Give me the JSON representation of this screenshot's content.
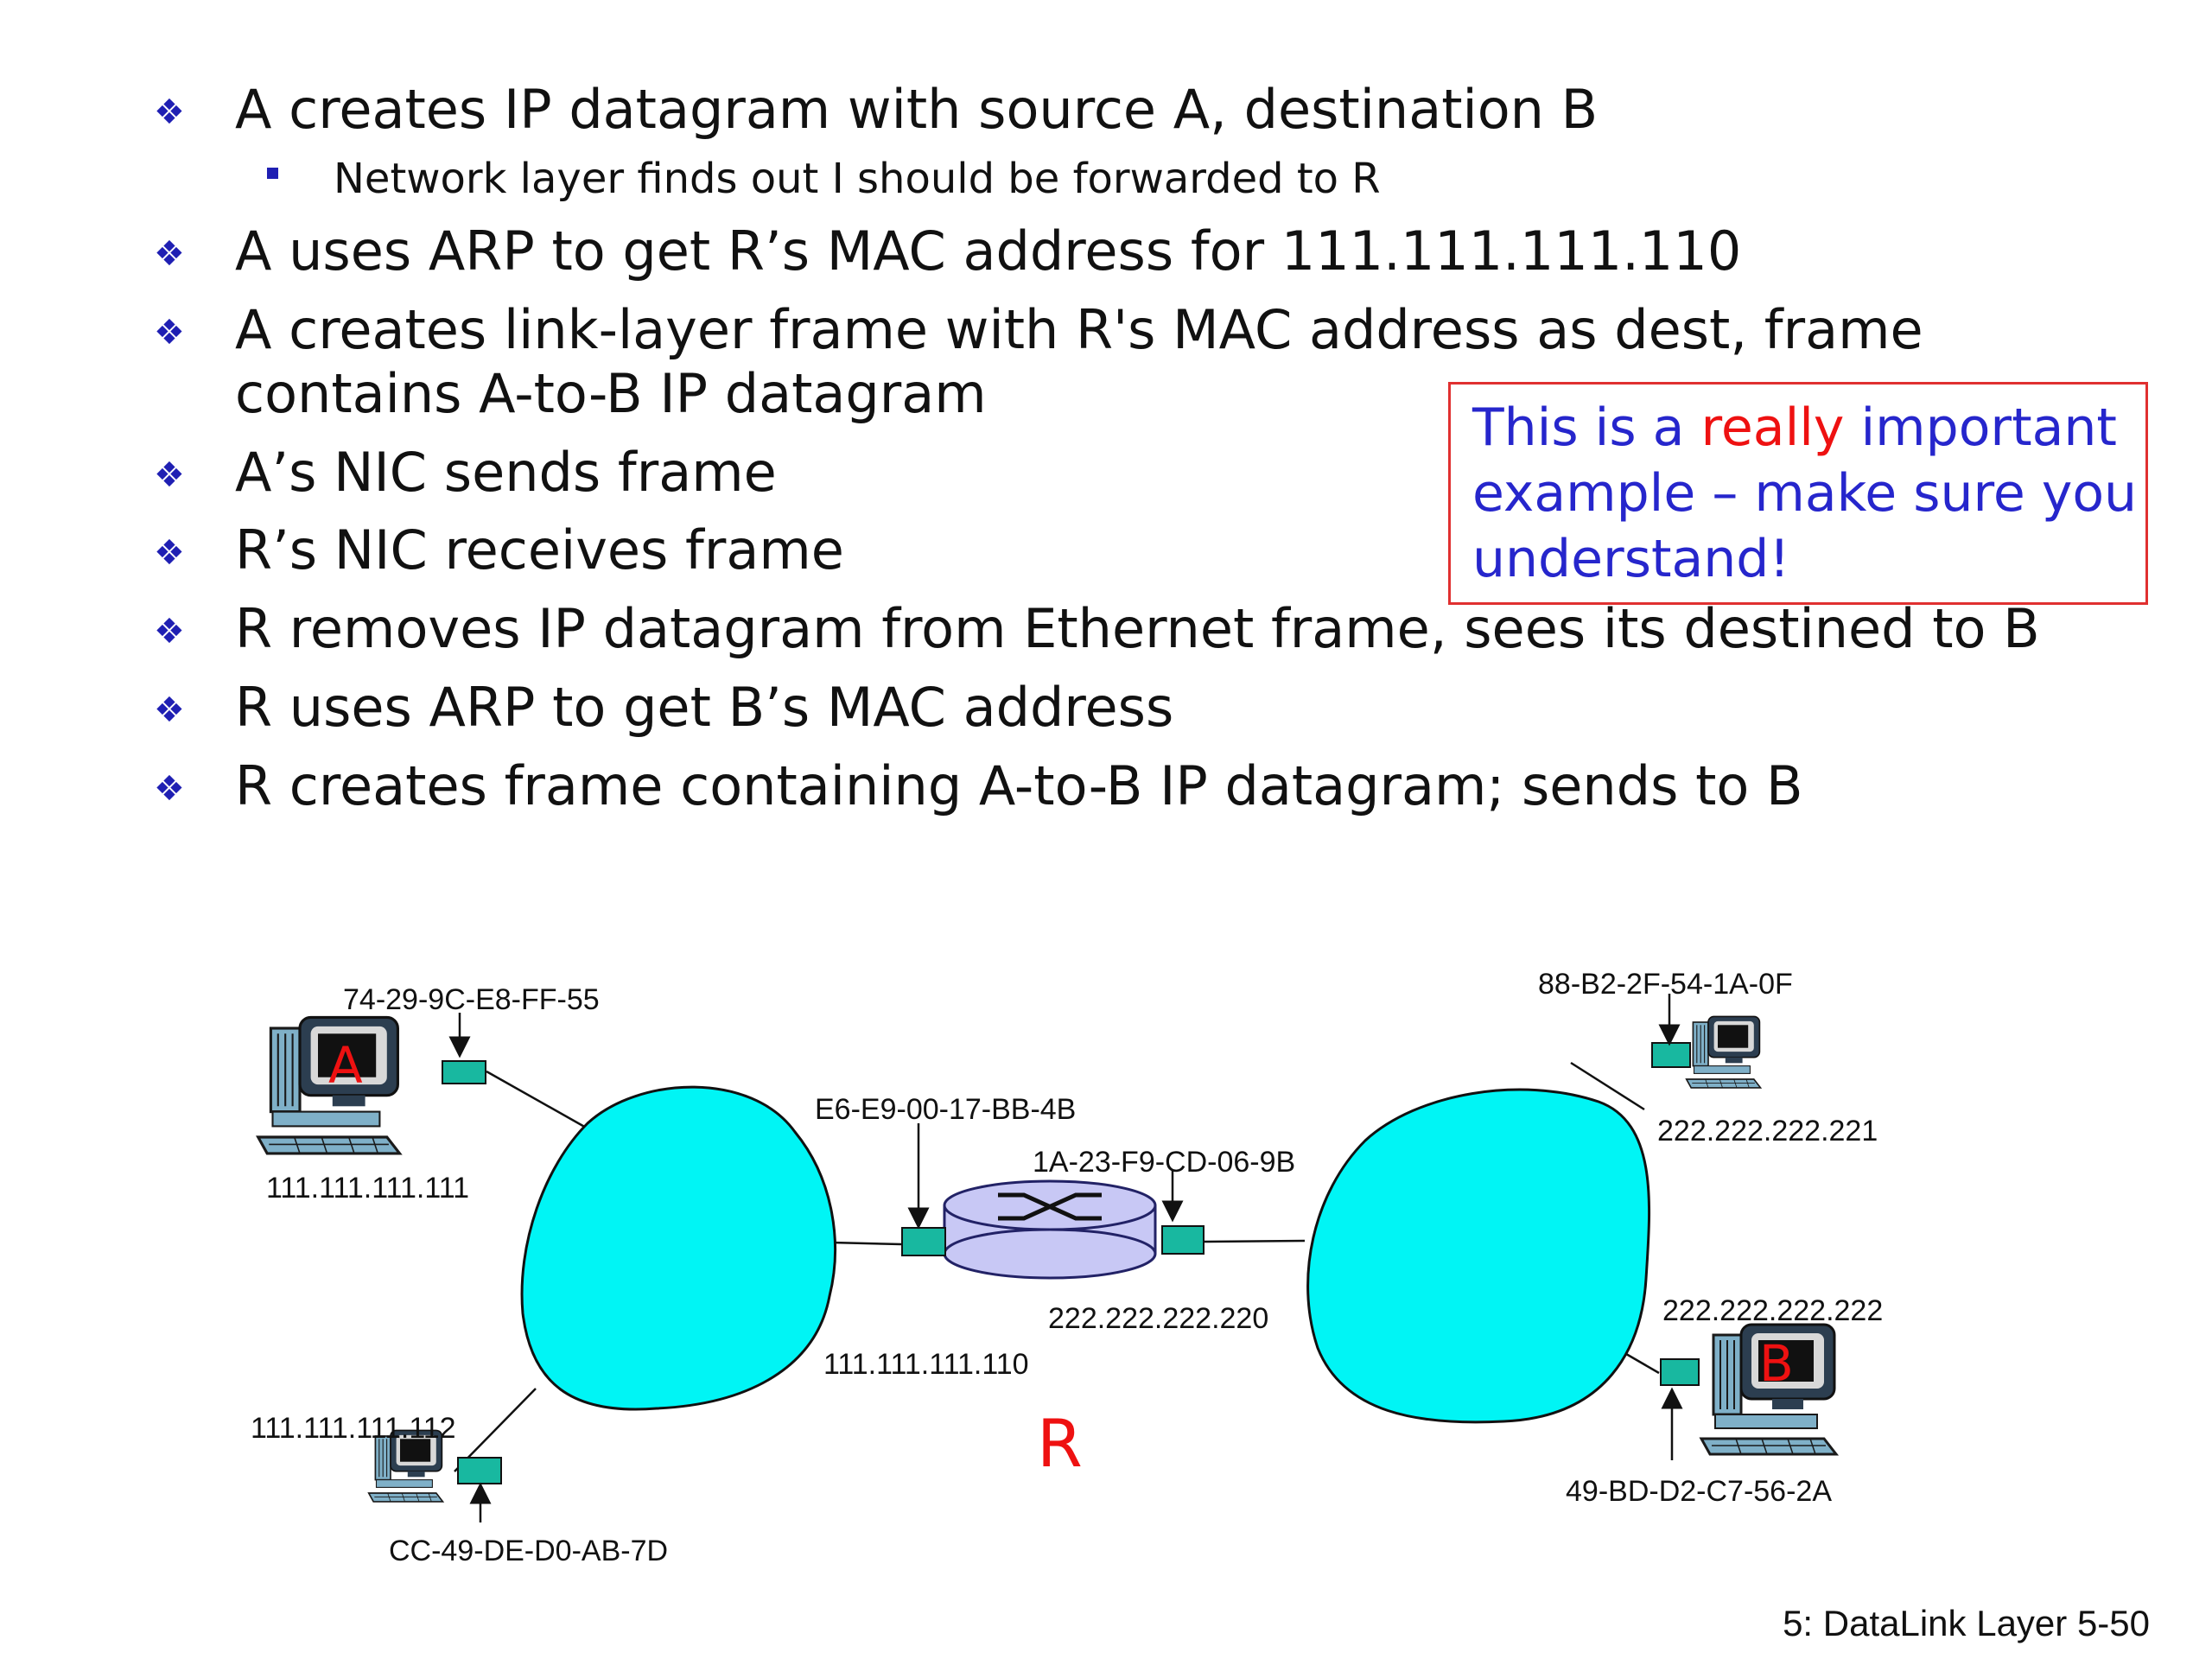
{
  "bullets": [
    {
      "level": 1,
      "text": "A creates IP datagram with source A, destination B"
    },
    {
      "level": 2,
      "text": "Network layer finds out I should be forwarded to R"
    },
    {
      "level": 1,
      "text": "A uses ARP to get R’s MAC address for 111.111.111.110"
    },
    {
      "level": 1,
      "text": "A creates link-layer frame with R's MAC address as dest, frame"
    },
    {
      "level": 0,
      "text": "contains A-to-B IP datagram"
    },
    {
      "level": 1,
      "text": "A’s NIC sends frame"
    },
    {
      "level": 1,
      "text": "R’s NIC receives frame"
    },
    {
      "level": 1,
      "text": "R removes IP datagram from Ethernet frame, sees its destined to B"
    },
    {
      "level": 1,
      "text": "R uses ARP to get B’s MAC address"
    },
    {
      "level": 1,
      "text": "R creates frame containing A-to-B IP datagram; sends to B"
    }
  ],
  "callout": {
    "part1": "This is a ",
    "part2": "really",
    "part3": " important",
    "line2": "example – make sure you",
    "line3": "understand!",
    "border_color": "#e03030",
    "text_color": "#2626cc",
    "highlight_color": "#ee1111"
  },
  "diagram": {
    "host_a": {
      "label": "A",
      "mac": "74-29-9C-E8-FF-55",
      "ip": "111.111.111.111"
    },
    "host_c": {
      "mac": "CC-49-DE-D0-AB-7D",
      "ip": "111.111.111.112"
    },
    "router": {
      "label": "R",
      "left_mac": "E6-E9-00-17-BB-4B",
      "left_ip": "111.111.111.110",
      "right_mac": "1A-23-F9-CD-06-9B",
      "right_ip": "222.222.222.220"
    },
    "host_d": {
      "mac": "88-B2-2F-54-1A-0F",
      "ip": "222.222.222.221"
    },
    "host_b": {
      "label": "B",
      "mac": "49-BD-D2-C7-56-2A",
      "ip": "222.222.222.222"
    },
    "colors": {
      "subnet_fill": "#00f5f5",
      "router_fill": "#c8c8f5",
      "nic_fill": "#18b8a0",
      "label_red": "#ee1111"
    }
  },
  "footer": "5: DataLink Layer  5-50"
}
